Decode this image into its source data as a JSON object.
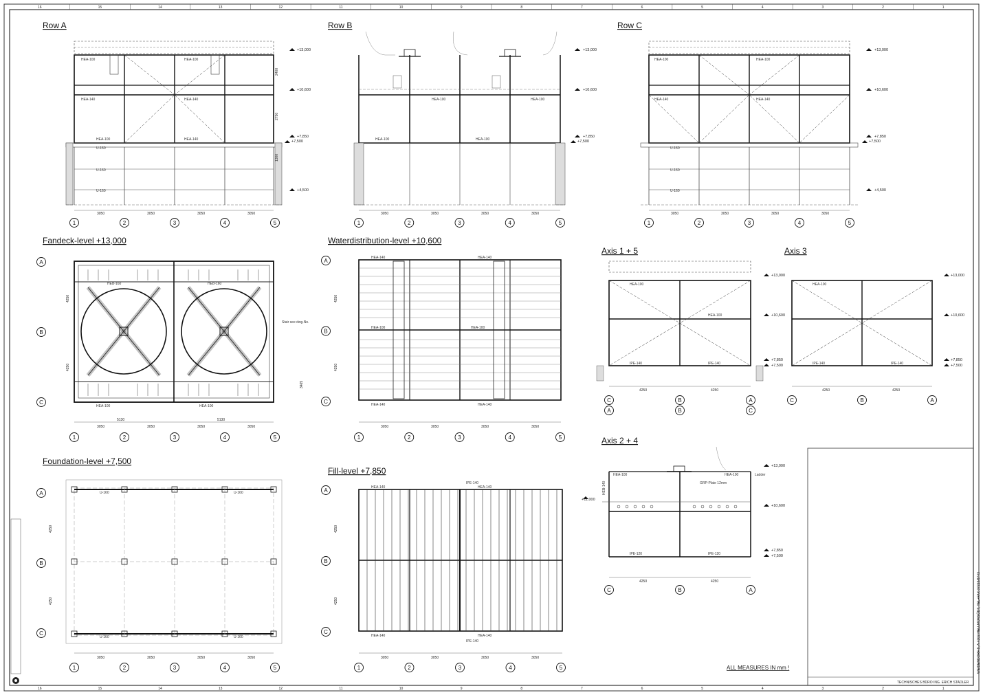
{
  "drawings": {
    "row_a": "Row A",
    "row_b": "Row B",
    "row_c": "Row C",
    "fandeck": "Fandeck-level +13,000",
    "waterdist": "Waterdistribution-level +10,600",
    "axis15": "Axis 1 + 5",
    "axis3": "Axis 3",
    "foundation": "Foundation-level +7,500",
    "fill": "Fill-level +7,850",
    "axis24": "Axis 2 + 4"
  },
  "axes": {
    "numbers": [
      "1",
      "2",
      "3",
      "4",
      "5"
    ],
    "letters": [
      "A",
      "B",
      "C"
    ],
    "spacing_x": "3050",
    "spacing_y": "4250"
  },
  "levels": {
    "l13000": "+13,000",
    "l10600": "+10,600",
    "l7850": "+7,850",
    "l7500": "+7,500",
    "l4500": "+4,500",
    "l11000": "+11,000"
  },
  "dims": {
    "d2400": "2400",
    "d2750": "2750",
    "d1300": "1300",
    "d5130": "5130",
    "d4250": "4250",
    "d3465": "3465"
  },
  "members": {
    "hea100": "HEA-100",
    "hea140": "HEA-140",
    "heb140": "HEB-140",
    "heb160": "HEB-160",
    "ipe140": "IPE-140",
    "ipe120": "IPE-120",
    "u160": "U-160"
  },
  "annotations": {
    "stair": "Stair see dwg.No.",
    "ladder": "Ladder",
    "grp": "GRP-Plate 12mm"
  },
  "footer": {
    "all_measures": "ALL MEASURES IN mm !",
    "office": "TECHNISCHES BÜRO",
    "engineer": "ING. ERICH STADLER",
    "address": "WEIDENDORF 8, A-4202 HELLMONSÖDT, TEL+FAX 07215/8743"
  },
  "border": {
    "columns": [
      "16",
      "15",
      "14",
      "13",
      "12",
      "11",
      "10",
      "9",
      "8",
      "7",
      "6",
      "5",
      "4",
      "3",
      "2",
      "1"
    ]
  }
}
